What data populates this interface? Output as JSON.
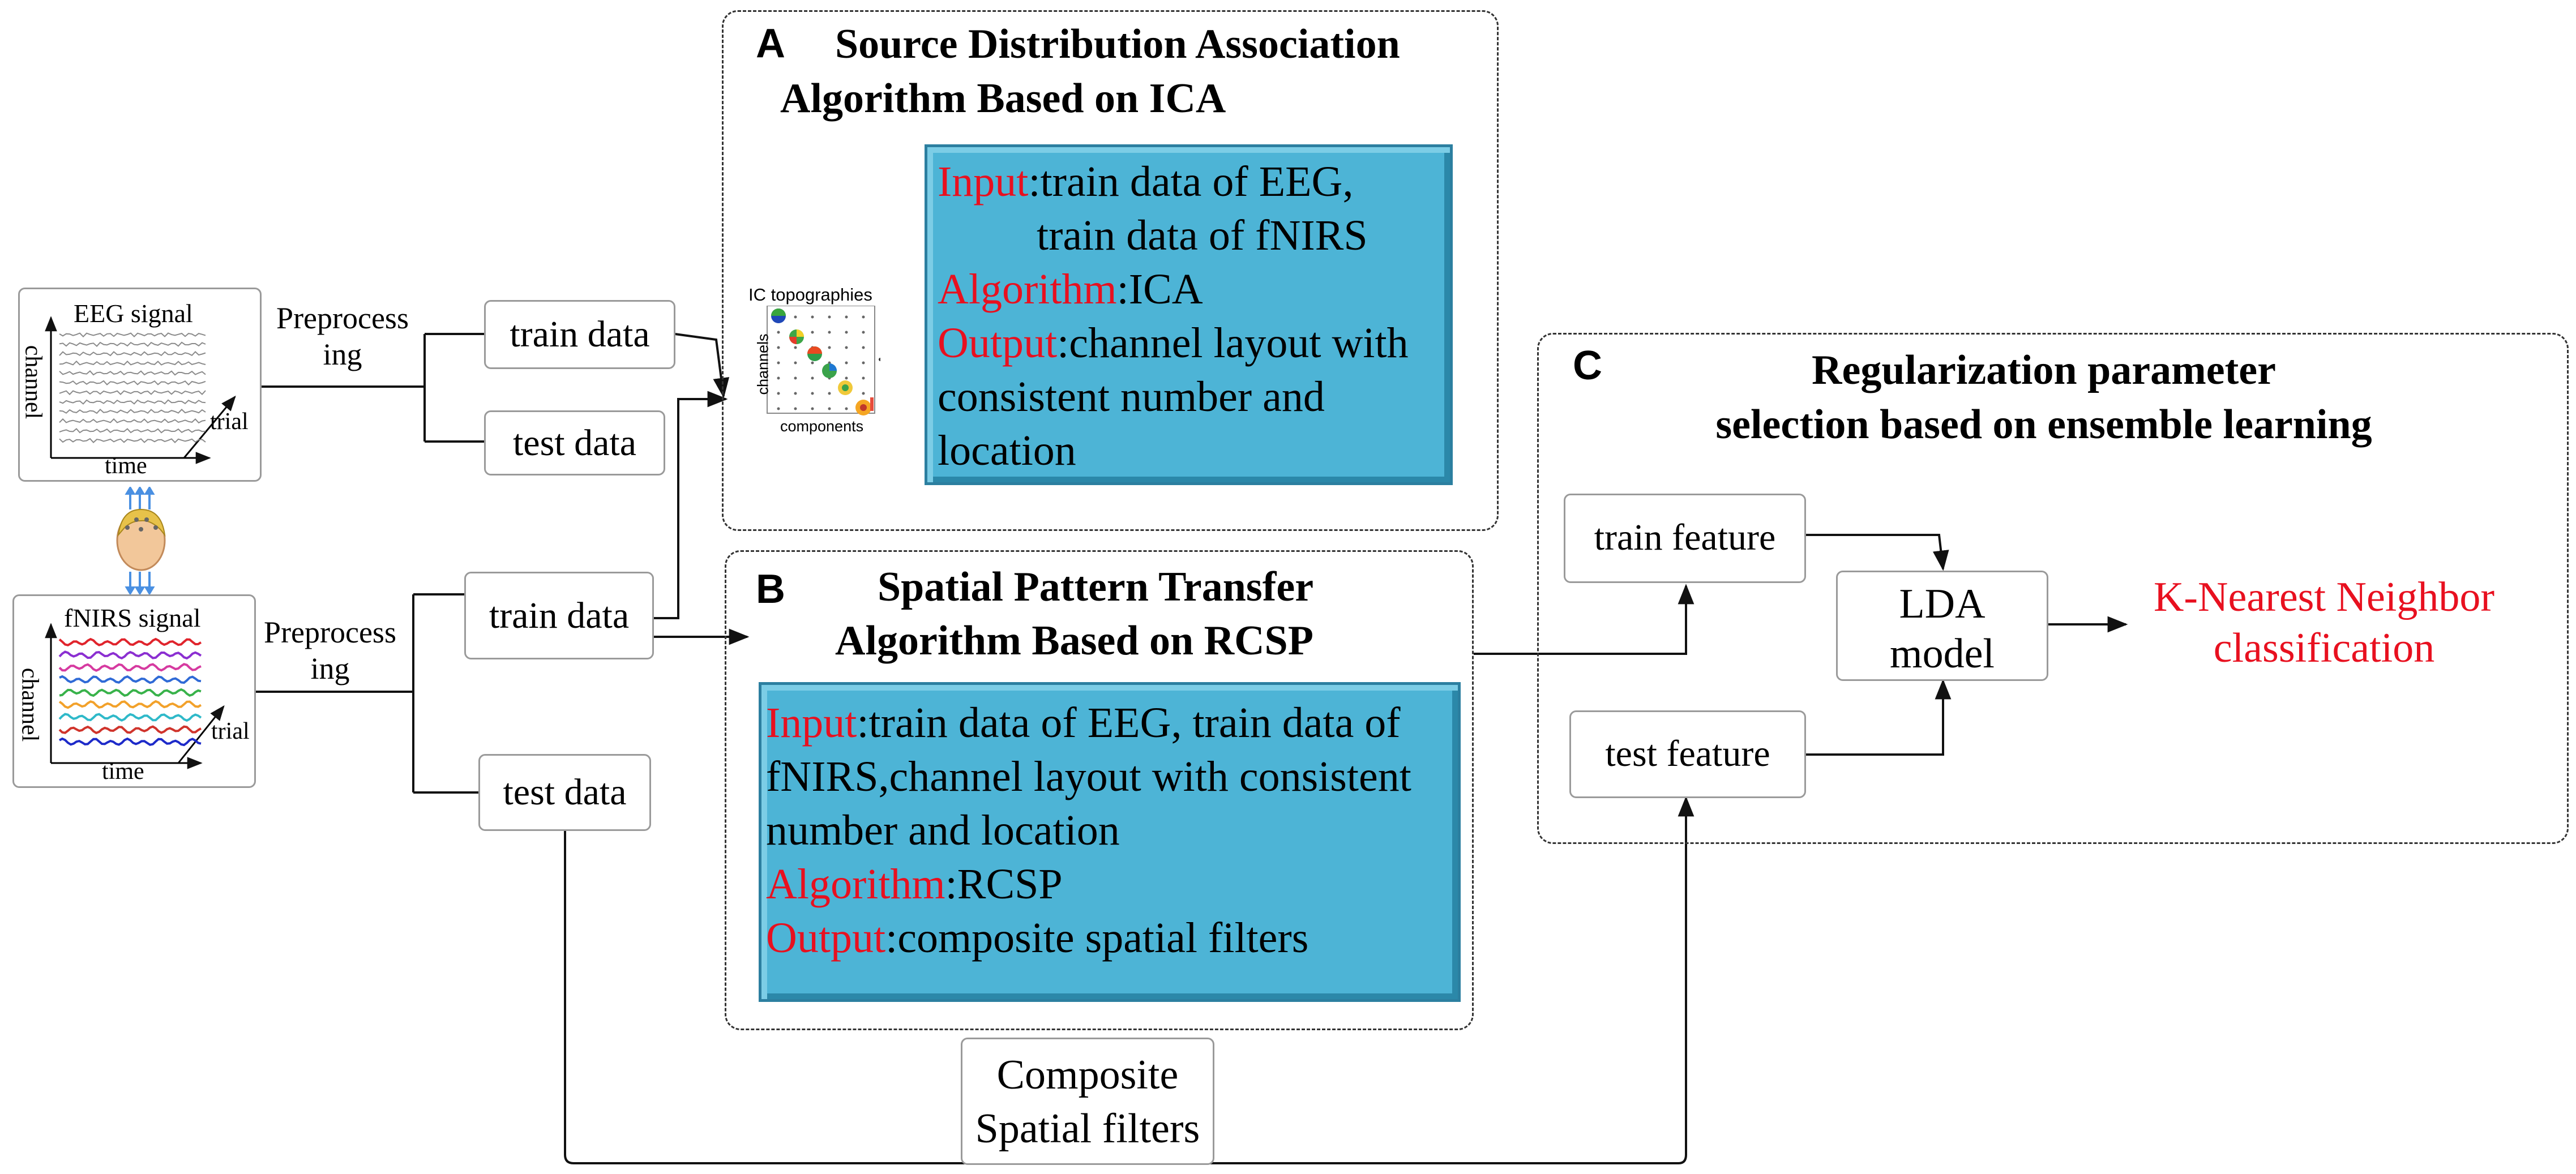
{
  "eeg_panel": {
    "title": "EEG signal",
    "y_axis": "channel",
    "x_axis": "time",
    "z_axis": "trial"
  },
  "fnirs_panel": {
    "title": "fNIRS signal",
    "y_axis": "channel",
    "x_axis": "time",
    "z_axis": "trial"
  },
  "preprocess_top": {
    "line1": "Preprocess",
    "line2": "ing"
  },
  "preprocess_bottom": {
    "line1": "Preprocess",
    "line2": "ing"
  },
  "eeg_train": "train data",
  "eeg_test": "test data",
  "fnirs_train": "train data",
  "fnirs_test": "test data",
  "ic_plot": {
    "title": "IC topographies",
    "y_axis": "channels",
    "x_axis": "components"
  },
  "section_a": {
    "letter": "A",
    "title_line1": "Source Distribution Association",
    "title_line2": "Algorithm Based on ICA",
    "input_label": "Input",
    "input_line1": ":train data of EEG,",
    "input_line2": "train data of fNIRS",
    "algo_label": "Algorithm",
    "algo_value": ":ICA",
    "output_label": "Output",
    "output_line1": ":channel layout with",
    "output_line2": "consistent number and",
    "output_line3": "location"
  },
  "section_b": {
    "letter": "B",
    "title_line1": "Spatial Pattern Transfer",
    "title_line2": "Algorithm Based on RCSP",
    "input_label": "Input",
    "input_line1": ":train data of EEG, train data of",
    "input_line2": "fNIRS,channel layout with consistent",
    "input_line3": "number and location",
    "algo_label": "Algorithm",
    "algo_value": ":RCSP",
    "output_label": "Output",
    "output_value": ":composite spatial filters"
  },
  "section_c": {
    "letter": "C",
    "title_line1": "Regularization parameter",
    "title_line2": "selection based on ensemble learning",
    "train_feature": "train feature",
    "test_feature": "test feature",
    "model_line1": "LDA",
    "model_line2": "model",
    "result_line1": "K-Nearest Neighbor",
    "result_line2": "classification"
  },
  "composite_filters": {
    "line1": "Composite",
    "line2": "Spatial filters"
  },
  "colors": {
    "accent_red": "#e8101f",
    "box_blue": "#4db4d6",
    "box_border": "#2c7fa0"
  }
}
